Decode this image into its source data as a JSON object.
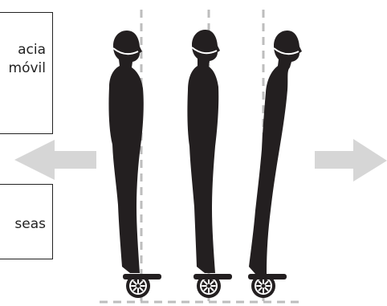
{
  "boxes": {
    "top": {
      "line1": "acia",
      "line2": "móvil"
    },
    "bottom": {
      "line1": "seas"
    }
  },
  "icons": {
    "left_arrow": "arrow-left-icon",
    "right_arrow": "arrow-right-icon",
    "figure": "rider-silhouette-icon",
    "wheel": "wheel-icon"
  },
  "colors": {
    "silhouette": "#231f20",
    "arrow": "#d6d6d6",
    "guide": "#bdbdbd"
  }
}
